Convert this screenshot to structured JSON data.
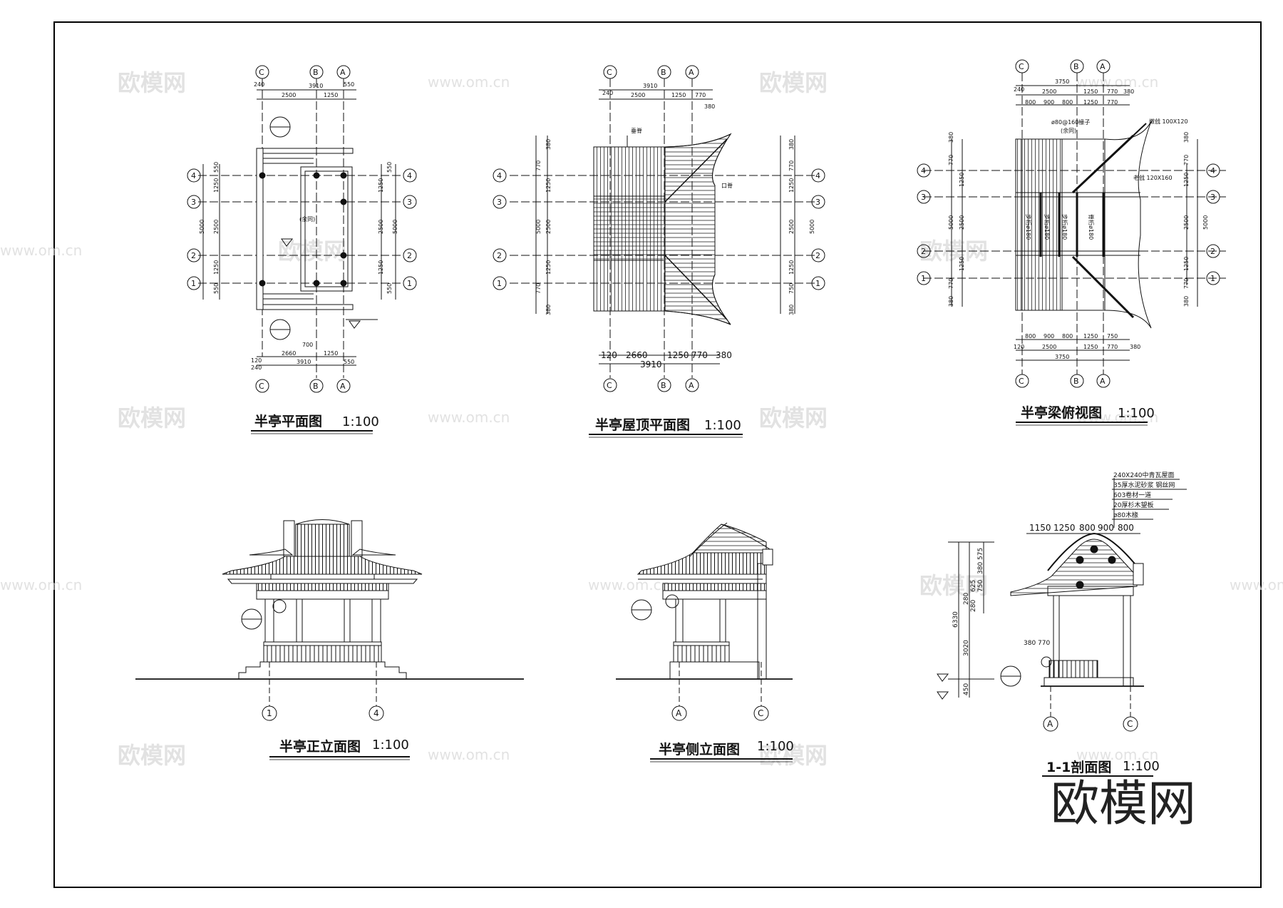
{
  "brand_mark": "欧模网",
  "watermarks": {
    "cn": "欧模网",
    "url": "www.om.cn"
  },
  "views": {
    "plan": {
      "title": "半亭平面图",
      "scale": "1:100"
    },
    "roof": {
      "title": "半亭屋顶平面图",
      "scale": "1:100"
    },
    "beam": {
      "title": "半亭梁俯视图",
      "scale": "1:100"
    },
    "front": {
      "title": "半亭正立面图",
      "scale": "1:100"
    },
    "side": {
      "title": "半亭侧立面图",
      "scale": "1:100"
    },
    "section": {
      "title": "1-1剖面图",
      "scale": "1:100"
    }
  },
  "axes": {
    "A": "A",
    "B": "B",
    "C": "C",
    "n1": "1",
    "n2": "2",
    "n3": "3",
    "n4": "4"
  },
  "plan_dims": {
    "top_total": "3910",
    "top_c": "2500",
    "top_a": "1250",
    "top_l": "240",
    "top_r": "550",
    "v_total": "5000",
    "v_inner": "2500",
    "v_bay1": "1250",
    "v_bay2": "1250",
    "v_edge1": "550",
    "v_edge2": "550",
    "bot_small": "700",
    "bot_c": "2660",
    "bot_a": "1250",
    "bot_total": "3910",
    "bot_l1": "120",
    "bot_l2": "240",
    "bot_r": "550",
    "note": "(余同)"
  },
  "roof_dims": {
    "top_total": "3910",
    "top_l": "240",
    "top_c": "2500",
    "top_b": "1250",
    "top_r": "770",
    "top_rr": "380",
    "bot_l": "120",
    "bot_c": "2660",
    "bot_b": "1250",
    "bot_r": "770",
    "bot_rr": "380",
    "bot_total": "3910",
    "v_total": "5000",
    "v_inner": "2500",
    "v_bay": "1250",
    "v_770": "770",
    "v_380": "380",
    "v_750": "750",
    "label_chuiji": "垂脊",
    "label_kouji": "口脊"
  },
  "beam_dims": {
    "top_total": "3750",
    "top_l": "240",
    "top_c": "2500",
    "top_b": "1250",
    "top_r": "770",
    "top_rr": "380",
    "row2_800": "800",
    "row2_900": "900",
    "row2_800b": "800",
    "row2_1250": "1250",
    "row2_770": "770",
    "bot_800": "800",
    "bot_900": "900",
    "bot_800b": "800",
    "bot_1250": "1250",
    "bot_750": "750",
    "bot_l": "120",
    "bot_c": "2500",
    "bot_b": "1250",
    "bot_r": "770",
    "bot_total": "3750",
    "bot_rr": "380",
    "v_total": "5000",
    "v_inner": "2500",
    "v_bay": "1250",
    "v_770": "770",
    "v_380": "380",
    "rafter": "ø80@160椽子",
    "rafter_note": "(余同)",
    "nenqiang": "嫩戗 100X120",
    "laoqiang": "老戗 120X160",
    "purlin1": "步桁ø180",
    "purlin2": "步桁ø180",
    "purlin3": "步桁ø180",
    "purlin4": "脊桁ø180"
  },
  "section_notes": {
    "l1": "240X240中青瓦屋面",
    "l2": "35厚水泥砂浆 钢丝网",
    "l3": "603卷材一道",
    "l4": "20厚杉木望板",
    "l5": "ø80木椽"
  },
  "section_dims": {
    "top_1150": "1150",
    "top_1250": "1250",
    "top_800": "800",
    "top_900": "900",
    "top_800b": "800",
    "h_total": "6330",
    "h_3020": "3020",
    "h_450": "450",
    "h_575": "575",
    "h_380": "380",
    "h_750": "750",
    "h_625": "625",
    "h_280a": "280",
    "h_280b": "280",
    "h_380b": "380",
    "h_770": "770"
  }
}
